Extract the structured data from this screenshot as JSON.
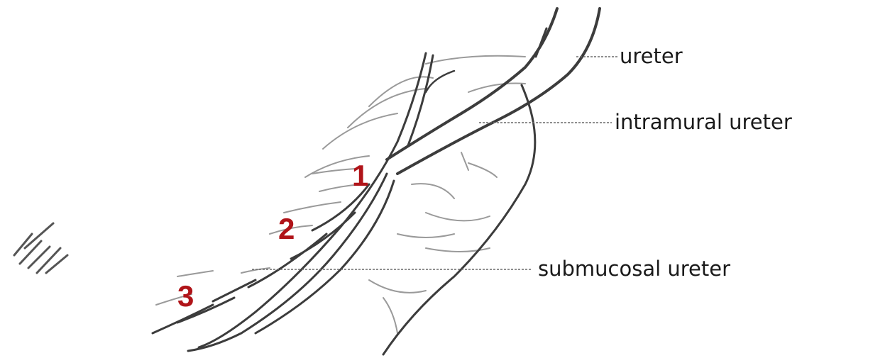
{
  "labels": {
    "ureter": "ureter",
    "intramural": "intramural ureter",
    "submucosal": "submucosal ureter"
  },
  "markers": [
    "1",
    "2",
    "3"
  ],
  "colors": {
    "line": "#3c3c3c",
    "faint": "#9a9a9a",
    "leader": "#6a6a6a",
    "marker": "#b01419"
  }
}
